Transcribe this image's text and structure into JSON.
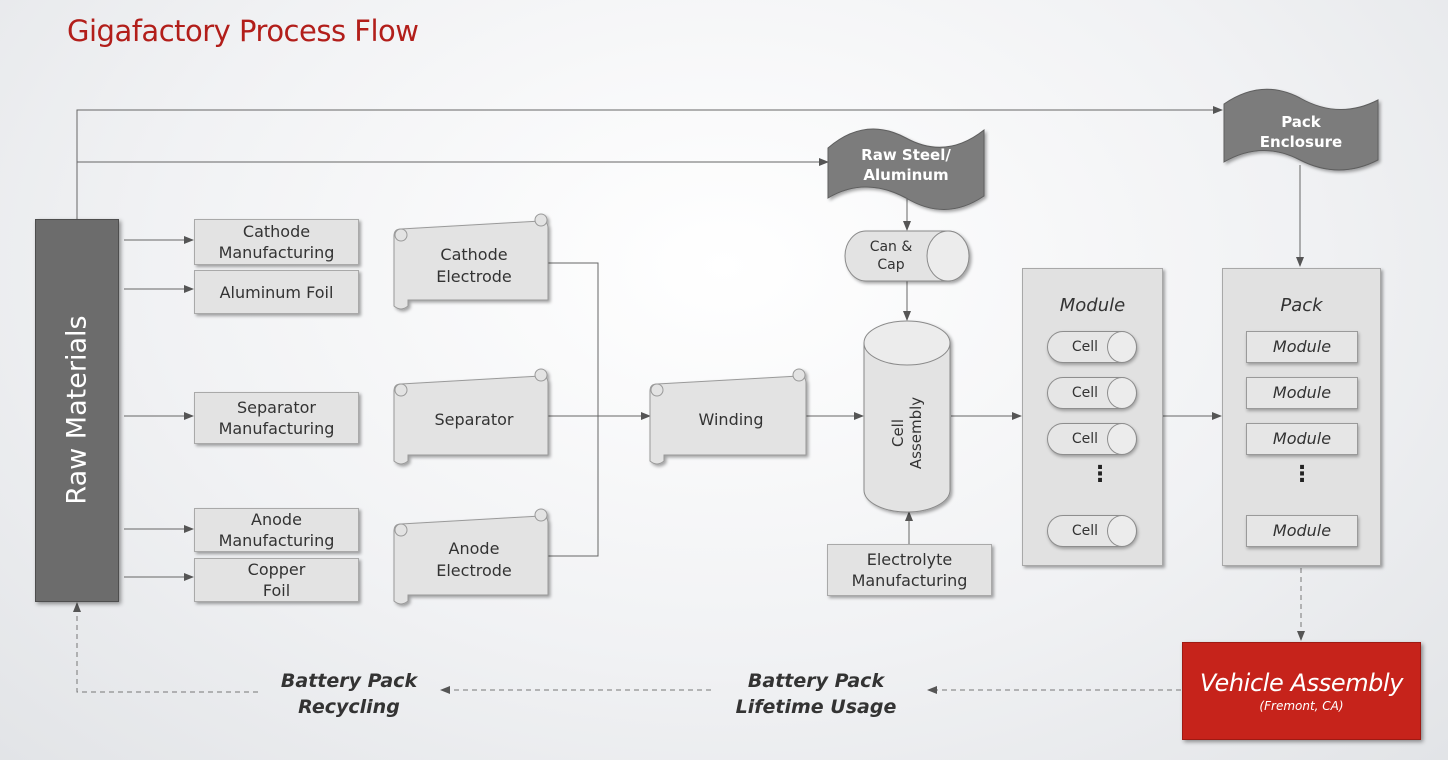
{
  "title": "Gigafactory Process Flow",
  "raw_materials": "Raw Materials",
  "manufacturing": {
    "cathode": "Cathode\nManufacturing",
    "aluminum_foil": "Aluminum Foil",
    "separator": "Separator\nManufacturing",
    "anode": "Anode\nManufacturing",
    "copper_foil": "Copper\nFoil"
  },
  "scrolls": {
    "cathode_electrode": "Cathode\nElectrode",
    "separator": "Separator",
    "anode_electrode": "Anode\nElectrode",
    "winding": "Winding"
  },
  "flags": {
    "raw_steel": "Raw Steel/\nAluminum",
    "pack_enclosure": "Pack\nEnclosure"
  },
  "can_cap": "Can &\nCap",
  "cell_assembly": "Cell\nAssembly",
  "electrolyte": "Electrolyte\nManufacturing",
  "module_box": {
    "title": "Module",
    "cells": [
      "Cell",
      "Cell",
      "Cell",
      "Cell"
    ],
    "ellipsis": "⋮"
  },
  "pack_box": {
    "title": "Pack",
    "modules": [
      "Module",
      "Module",
      "Module",
      "Module"
    ],
    "ellipsis": "⋮"
  },
  "vehicle_assembly": {
    "title": "Vehicle Assembly",
    "location": "(Fremont, CA)"
  },
  "stages": {
    "lifetime": "Battery Pack\nLifetime Usage",
    "recycling": "Battery Pack\nRecycling"
  },
  "colors": {
    "title": "#b21e1a",
    "raw_materials": "#6c6c6c",
    "flag": "#7b7b7b",
    "vehicle": "#c6231b",
    "box": "#e3e3e3"
  }
}
